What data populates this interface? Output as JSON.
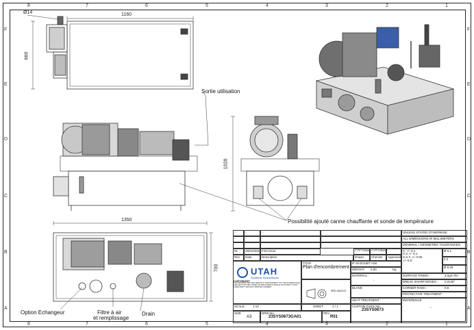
{
  "zones": {
    "top": [
      "8",
      "7",
      "6",
      "5",
      "4",
      "3",
      "2",
      "1"
    ],
    "bottom": [
      "8",
      "7",
      "6",
      "5",
      "4",
      "3",
      "2",
      "1"
    ],
    "left": [
      "F",
      "E",
      "D",
      "C",
      "B",
      "A"
    ],
    "right": [
      "F",
      "E",
      "D",
      "C",
      "B",
      "A"
    ]
  },
  "dimensions": {
    "diameter": "Ø14",
    "width_top": "1160",
    "height_top": "660",
    "height_side": "1028",
    "width_bottom": "1350",
    "height_bottom": "700"
  },
  "callouts": {
    "sortie": "Sortie utilisation",
    "possibilite": "Possibilité ajouté canne chauffante et sonde de température",
    "option_echangeur": "Option Echangeur",
    "filtre": "Filtre à air",
    "filtre2": "et remplissage",
    "drain": "Drain"
  },
  "title_block": {
    "revisions": [
      {
        "rev": "-",
        "date": "-",
        "desc": "-"
      },
      {
        "rev": "-",
        "date": "-",
        "desc": "-"
      },
      {
        "rev": "-",
        "date": "-",
        "desc": "-"
      },
      {
        "rev": "01",
        "date": "25/01/2023",
        "desc": "First issue",
        "drawn": "C.PITTURAN",
        "checked": "C.PITTURAN"
      }
    ],
    "rev_header": "Rev",
    "date_header": "Date",
    "desc_header": "Description",
    "drawn_header": "Drawn",
    "checker_header": "Checker",
    "approved_header": "Approved",
    "unless_stated": "UNLESS STATED OTHERWISE",
    "all_dims": "ALL DIMENSIONS IN MILLIMETERS",
    "tolerances_header": "GENERAL / GEOMETRIC TOLERANCES",
    "tol_x": "X.",
    "tol_x_val": "+/- 0.1",
    "tol_xx": "X.X",
    "tol_xx_val": "+/- 0.1",
    "tol_xxx": "X.X.X",
    "tol_xxx_val": "+/- 0.05",
    "tol_angle": "+/- 0.5°",
    "geo_1": "Ø 0.1",
    "geo_2": "0.2",
    "geo_3": "Ø 0.25",
    "logo_name": "UTAH",
    "logo_sub": "Solutions Hydrauliques",
    "copyright_title": "COPYRIGHT",
    "copyright_text": "THIS DRAWING AND THE DESIGN IS THE PROPERTY OF UTAH HYDRAULIQUE AND MUST NOT BE COPIED OR DISCLOSED IN WHOLE OR IN PART TO ANY THIRD PARTY WITHOUT WRITTEN CONSENT",
    "projection": "3RD ANGLE",
    "title_label": "TITLE",
    "title": "Plan d'encombrement",
    "if_in_doubt": "IF IN DOUBT ASK",
    "weight_label": "WEIGHT:",
    "weight_value": "0.00",
    "weight_unit": "Kg",
    "material_label": "MATERIAL :",
    "material_value": "-",
    "blank_label": "BLANK:",
    "heat_label": "HEAT TREATMENT :",
    "surface_label": "SURFACE FINISH :",
    "surface_value": "3.2µm RA",
    "break_label": "BREAK SHARP EDGES :",
    "break_value": "0.2x45°",
    "corner_label": "CORNER RADII :",
    "corner_value": "0.6",
    "protective_label": "PROTECTIVE TREATMENT :",
    "scale_label": "SCALE :",
    "scale_value": "1:12",
    "sheet_label": "SHEET :",
    "sheet_value": "1 / 1",
    "size_label": "SIZE",
    "size_value": "A3",
    "drw_label": "DRW No",
    "drw_value": "23SYS0673GA01",
    "rev_label": "REV",
    "rev_value": "R01",
    "custom_label": "CUSTOM FILES N0",
    "custom_value": "23SYS0673",
    "reference_label": "REFERENCE",
    "reference_value": "-"
  }
}
